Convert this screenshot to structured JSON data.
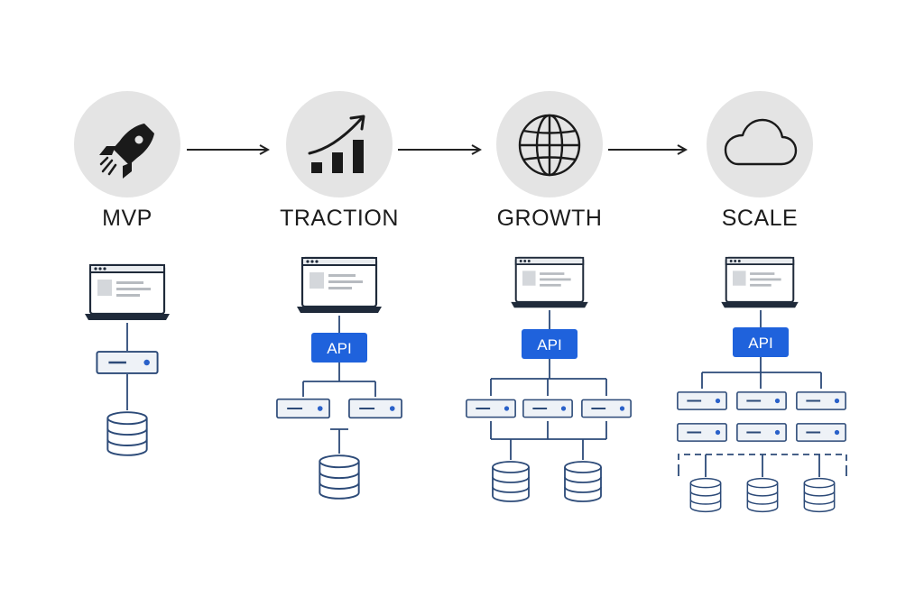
{
  "stages": [
    {
      "label": "MVP",
      "icon": "rocket-icon"
    },
    {
      "label": "TRACTION",
      "icon": "growth-chart-icon"
    },
    {
      "label": "GROWTH",
      "icon": "globe-icon"
    },
    {
      "label": "SCALE",
      "icon": "cloud-icon"
    }
  ],
  "api_label": "API",
  "colors": {
    "icon_circle": "#e4e4e4",
    "icon_ink": "#1a1a1a",
    "arrow": "#222222",
    "diagram_line": "#2c4a78",
    "server_fill": "#eef2f7",
    "server_accent": "#2a61c9",
    "api_box": "#1f62dc"
  }
}
